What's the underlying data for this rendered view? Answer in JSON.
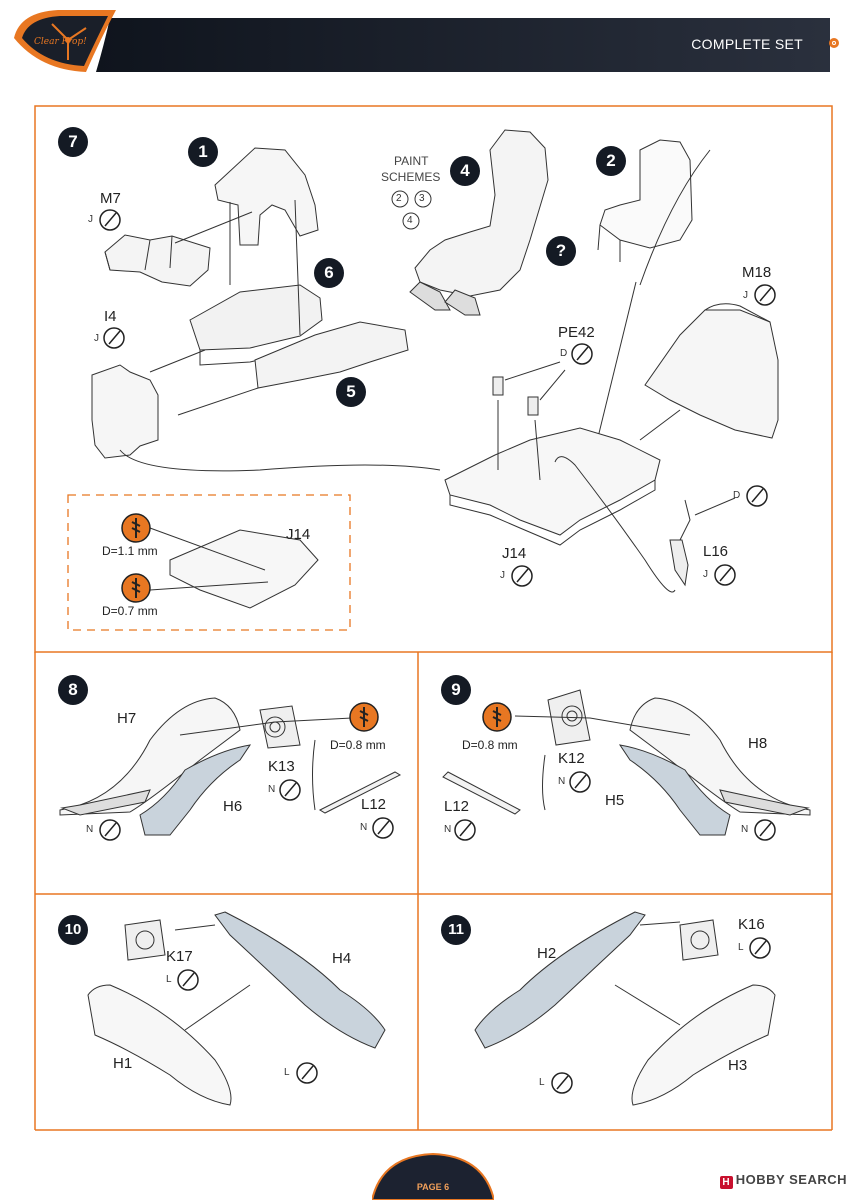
{
  "header": {
    "title": "COMPLETE SET",
    "brand_colors": {
      "bar": "#1c2230",
      "accent": "#e87722"
    }
  },
  "logo": {
    "text": "Clear Prop!"
  },
  "steps": {
    "s7": {
      "number": "7",
      "subassembly_badges": [
        "1",
        "2",
        "4",
        "5",
        "6"
      ],
      "paint": {
        "line1": "PAINT",
        "line2": "SCHEMES",
        "schemes": [
          "2",
          "3",
          "4"
        ]
      },
      "question_mark": "?",
      "parts": {
        "m7": {
          "name": "M7",
          "code": "J"
        },
        "i4": {
          "name": "I4",
          "code": "J"
        },
        "m18": {
          "name": "M18",
          "code": "J"
        },
        "pe42": {
          "name": "PE42",
          "code": "D"
        },
        "j14": {
          "name": "J14",
          "code": "J"
        },
        "l16": {
          "name": "L16",
          "code": "J"
        },
        "l16_wire": {
          "code": "D"
        }
      },
      "drill_box": {
        "part": "J14",
        "drill1": "D=1.1 mm",
        "drill2": "D=0.7 mm"
      }
    },
    "s8": {
      "number": "8",
      "drill": "D=0.8 mm",
      "parts": {
        "h7": "H7",
        "h6": "H6",
        "k13": {
          "name": "K13",
          "code": "N"
        },
        "l12": {
          "name": "L12",
          "code": "N"
        },
        "left_code": "N"
      }
    },
    "s9": {
      "number": "9",
      "drill": "D=0.8 mm",
      "parts": {
        "h8": "H8",
        "h5": "H5",
        "k12": {
          "name": "K12",
          "code": "N"
        },
        "l12": {
          "name": "L12",
          "code": "N"
        },
        "right_code": "N"
      }
    },
    "s10": {
      "number": "10",
      "parts": {
        "h1": "H1",
        "h4": "H4",
        "k17": {
          "name": "K17",
          "code": "L"
        },
        "bottom_code": "L"
      }
    },
    "s11": {
      "number": "11",
      "parts": {
        "h2": "H2",
        "h3": "H3",
        "k16": {
          "name": "K16",
          "code": "L"
        },
        "bottom_code": "L"
      }
    }
  },
  "footer": {
    "page": "PAGE 6"
  },
  "watermark": {
    "mark": "H",
    "text": "HOBBY SEARCH"
  }
}
